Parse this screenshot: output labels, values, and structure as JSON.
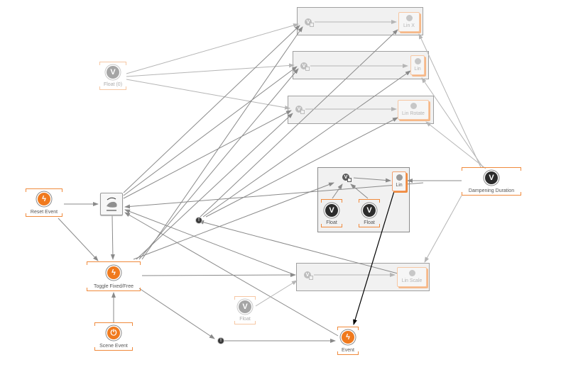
{
  "nodes": {
    "reset_event": {
      "label": "Reset Event",
      "icon": "lightning-event-icon"
    },
    "motor": {
      "icon": "motor-toggle-icon"
    },
    "toggle": {
      "label": "Toggle Fixed/Free",
      "icon": "lightning-event-icon"
    },
    "scene_event": {
      "label": "Scene Event",
      "icon": "power-icon"
    },
    "float_0": {
      "label": "Float (0)",
      "icon": "value-v-icon"
    },
    "float_a": {
      "label": "Float",
      "icon": "value-v-icon"
    },
    "float_b": {
      "label": "Float",
      "icon": "value-v-icon"
    },
    "float_c": {
      "label": "Float",
      "icon": "value-v-icon"
    },
    "damping": {
      "label": "Dampening Duration",
      "icon": "value-v-icon"
    },
    "event": {
      "label": "Event",
      "icon": "lightning-event-icon"
    },
    "bang1": {
      "glyph": "!"
    },
    "bang2": {
      "glyph": "!"
    }
  },
  "groups": [
    {
      "id": "g1",
      "output_label": "Lin X",
      "op_glyph": "V"
    },
    {
      "id": "g2",
      "output_label": "Lin",
      "op_glyph": "V"
    },
    {
      "id": "g3",
      "output_label": "Lin Rotate",
      "op_glyph": "V"
    },
    {
      "id": "g4",
      "output_label": "Lin",
      "op_glyph": "V"
    },
    {
      "id": "g5",
      "output_label": "Lin Scale",
      "op_glyph": "V"
    }
  ],
  "glyphs": {
    "event": "ϟ",
    "power": "⏻",
    "v": "V",
    "lin": "°"
  },
  "colors": {
    "accent": "#f07a1e",
    "edge": "#8a8a8a",
    "edge_faded": "#b5b5b5",
    "edge_active": "#000000"
  }
}
